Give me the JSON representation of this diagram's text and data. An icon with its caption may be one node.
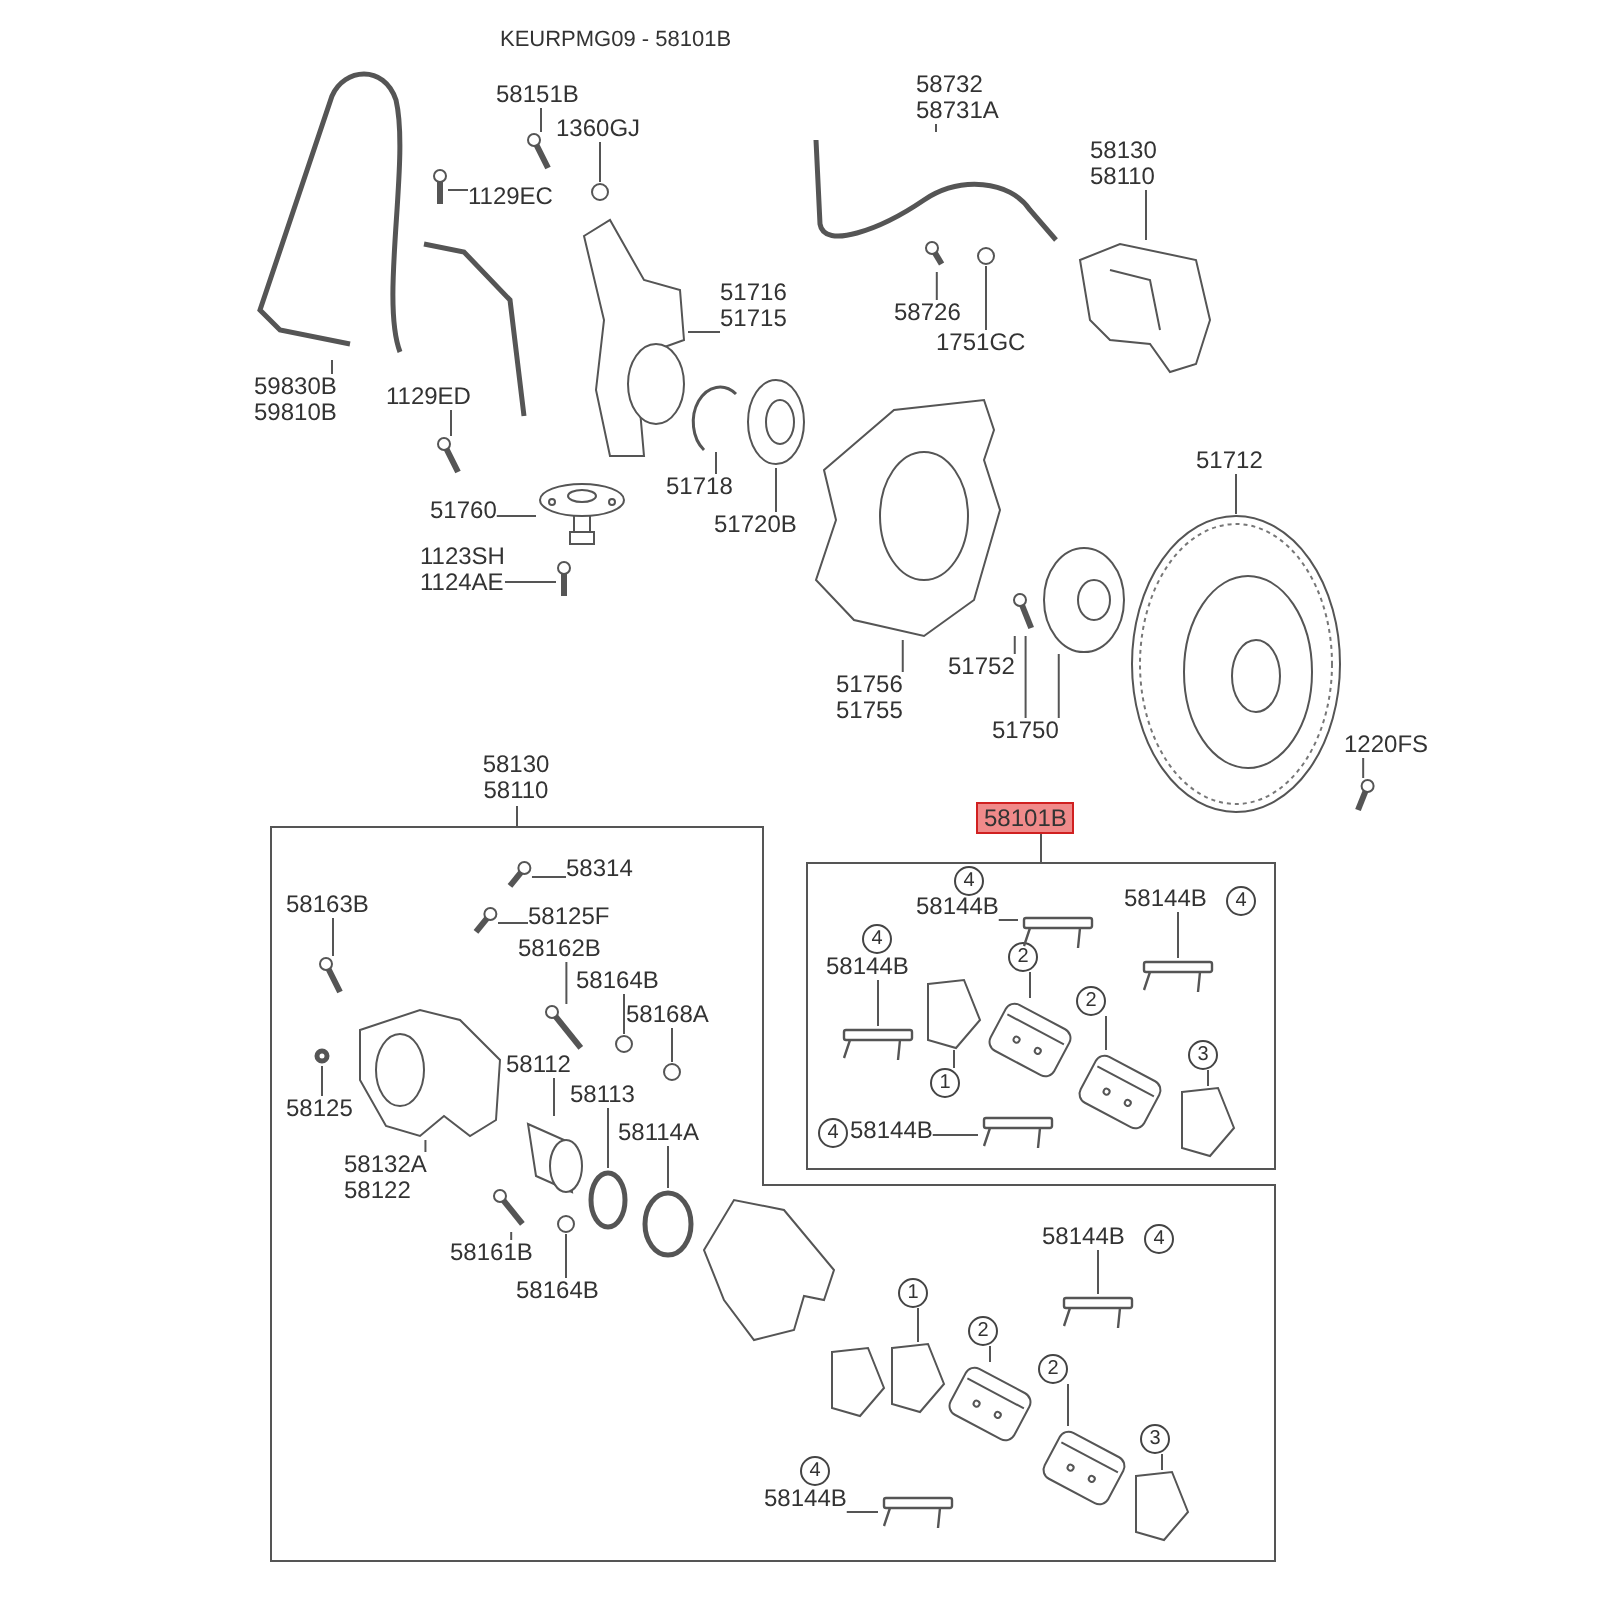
{
  "diagram": {
    "title": "KEURPMG09 - 58101B",
    "nodes": [
      {
        "text": [
          "58151B"
        ]
      },
      {
        "text": [
          "1360GJ"
        ]
      },
      {
        "text": [
          "1129EC"
        ]
      },
      {
        "text": [
          "51716 51715"
        ]
      },
      {
        "text": [
          "59830B 59810B"
        ]
      },
      {
        "text": [
          "1129ED"
        ]
      },
      {
        "text": [
          "51718"
        ]
      },
      {
        "text": [
          "51720B"
        ]
      },
      {
        "text": [
          "51760"
        ]
      },
      {
        "text": [
          "1123SH 1124AE"
        ]
      },
      {
        "text": [
          "58732 58731A"
        ]
      },
      {
        "text": [
          "58130 58110"
        ]
      },
      {
        "text": [
          "58726"
        ]
      },
      {
        "text": [
          "1751GC"
        ]
      },
      {
        "text": [
          "51712"
        ]
      },
      {
        "text": [
          "51756 51755"
        ]
      },
      {
        "text": [
          "51752"
        ]
      },
      {
        "text": [
          "51750"
        ]
      },
      {
        "text": [
          "1220FS"
        ]
      },
      {
        "text": [
          "58130 58110"
        ]
      },
      {
        "text": [
          "58101B"
        ],
        "in": 19
      },
      {
        "text": [
          "58144B"
        ],
        "in": 20
      },
      {
        "text": [
          "58144B"
        ],
        "in": 20
      },
      {
        "text": [
          "58144B"
        ],
        "in": 20
      },
      {
        "text": [
          "1"
        ],
        "in": 20
      },
      {
        "text": [
          "2"
        ],
        "in": 20
      },
      {
        "text": [
          "2"
        ],
        "in": 20
      },
      {
        "text": [
          "3"
        ],
        "in": 20
      },
      {
        "text": [
          "58144B"
        ],
        "in": 20
      },
      {
        "text": [
          "58314"
        ],
        "in": 19
      },
      {
        "text": [
          "58163B"
        ],
        "in": 19
      },
      {
        "text": [
          "58125F"
        ],
        "in": 19
      },
      {
        "text": [
          "58162B"
        ],
        "in": 19
      },
      {
        "text": [
          "58164B"
        ],
        "in": 19
      },
      {
        "text": [
          "58168A"
        ],
        "in": 19
      },
      {
        "text": [
          "58112"
        ],
        "in": 19
      },
      {
        "text": [
          "58113"
        ],
        "in": 19
      },
      {
        "text": [
          "58125"
        ],
        "in": 19
      },
      {
        "text": [
          "58114A"
        ],
        "in": 19
      },
      {
        "text": [
          "58132A 58122"
        ],
        "in": 19
      },
      {
        "text": [
          "58161B"
        ],
        "in": 19
      },
      {
        "text": [
          "58164B"
        ],
        "in": 19
      },
      {
        "text": [
          "58144B"
        ],
        "in": 19
      },
      {
        "text": [
          "1"
        ],
        "in": 19
      },
      {
        "text": [
          "2"
        ],
        "in": 19
      },
      {
        "text": [
          "2"
        ],
        "in": 19
      },
      {
        "text": [
          "3"
        ],
        "in": 19
      },
      {
        "text": [
          "58144B"
        ],
        "in": 19
      },
      {
        "text": [],
        "shape": "picture"
      },
      {
        "text": [],
        "shape": "picture"
      },
      {
        "text": [],
        "shape": "circle"
      },
      {
        "text": [],
        "shape": "picture"
      },
      {
        "text": [],
        "shape": "picture"
      },
      {
        "text": [],
        "shape": "picture"
      },
      {
        "text": [],
        "shape": "picture"
      },
      {
        "text": [],
        "shape": "picture"
      },
      {
        "text": [],
        "shape": "picture"
      },
      {
        "text": [],
        "shape": "picture"
      },
      {
        "text": [],
        "shape": "picture"
      },
      {
        "text": [],
        "shape": "picture"
      },
      {
        "text": [],
        "shape": "circle"
      },
      {
        "text": [],
        "shape": "picture"
      },
      {
        "text": [],
        "shape": "picture"
      },
      {
        "text": [],
        "shape": "picture"
      },
      {
        "text": [],
        "shape": "picture"
      },
      {
        "text": [],
        "shape": "picture"
      },
      {
        "text": [],
        "shape": "picture"
      },
      {
        "text": [],
        "shape": "picture",
        "in": 19
      },
      {
        "text": [],
        "shape": "picture",
        "in": 19
      },
      {
        "text": [],
        "shape": "picture",
        "in": 19
      },
      {
        "text": [],
        "shape": "circle",
        "in": 19
      },
      {
        "text": [],
        "shape": "picture",
        "in": 19
      },
      {
        "text": [],
        "shape": "picture",
        "in": 19
      },
      {
        "text": [],
        "shape": "circle",
        "in": 19
      },
      {
        "text": [],
        "shape": "circle",
        "in": 19
      },
      {
        "text": [],
        "shape": "picture",
        "in": 19
      },
      {
        "text": [],
        "shape": "circle",
        "in": 19
      },
      {
        "text": [],
        "shape": "circle",
        "in": 19
      },
      {
        "text": [],
        "shape": "picture",
        "in": 19
      },
      {
        "text": [],
        "shape": "circle",
        "in": 19
      },
      {
        "text": [],
        "shape": "picture",
        "in": 19
      },
      {
        "text": [],
        "shape": "picture",
        "in": 19
      },
      {
        "text": [],
        "shape": "picture",
        "in": 19
      },
      {
        "text": [],
        "shape": "picture",
        "in": 19
      },
      {
        "text": [],
        "shape": "picture",
        "in": 19
      },
      {
        "text": [],
        "shape": "picture",
        "in": 19
      },
      {
        "text": [],
        "shape": "picture",
        "in": 20
      },
      {
        "text": [],
        "shape": "picture",
        "in": 20
      },
      {
        "text": [],
        "shape": "picture",
        "in": 20
      },
      {
        "text": [],
        "shape": "picture",
        "in": 20
      },
      {
        "text": [],
        "shape": "picture",
        "in": 20
      },
      {
        "text": [],
        "shape": "picture",
        "in": 20
      },
      {
        "text": [],
        "shape": "picture",
        "in": 20
      },
      {
        "text": [],
        "shape": "picture",
        "in": 20
      },
      {
        "text": [
          "4"
        ],
        "in": 20
      },
      {
        "text": [
          "4"
        ],
        "in": 20
      },
      {
        "text": [
          "4"
        ],
        "in": 20
      },
      {
        "text": [
          "4"
        ],
        "in": 20
      },
      {
        "text": [
          "4"
        ],
        "in": 19
      },
      {
        "text": [
          "4"
        ],
        "in": 19
      }
    ],
    "edges": [
      {
        "from": 0,
        "to": 49,
        "arrow": "none"
      },
      {
        "from": 1,
        "to": 50,
        "arrow": "none"
      },
      {
        "from": 2,
        "to": 51,
        "arrow": "none"
      },
      {
        "from": 3,
        "to": 52,
        "arrow": "none"
      },
      {
        "from": 4,
        "to": 48,
        "arrow": "none"
      },
      {
        "from": 5,
        "to": 53,
        "arrow": "none"
      },
      {
        "from": 6,
        "to": 54,
        "arrow": "none"
      },
      {
        "from": 7,
        "to": 55,
        "arrow": "none"
      },
      {
        "from": 8,
        "to": 56,
        "arrow": "none"
      },
      {
        "from": 9,
        "to": 57,
        "arrow": "none"
      },
      {
        "from": 10,
        "to": 58,
        "arrow": "none"
      },
      {
        "from": 11,
        "to": 61,
        "arrow": "none"
      },
      {
        "from": 12,
        "to": 59,
        "arrow": "none"
      },
      {
        "from": 13,
        "to": 60,
        "arrow": "none"
      },
      {
        "from": 14,
        "to": 65,
        "arrow": "none"
      },
      {
        "from": 15,
        "to": 62,
        "arrow": "none"
      },
      {
        "from": 16,
        "to": 63,
        "arrow": "none"
      },
      {
        "from": 17,
        "to": 63,
        "arrow": "none"
      },
      {
        "from": 17,
        "to": 64,
        "arrow": "none"
      },
      {
        "from": 18,
        "to": 66,
        "arrow": "none"
      },
      {
        "from": 29,
        "to": 67,
        "arrow": "none"
      },
      {
        "from": 31,
        "to": 68,
        "arrow": "none"
      },
      {
        "from": 30,
        "to": 69,
        "arrow": "none"
      },
      {
        "from": 32,
        "to": 72,
        "arrow": "none"
      },
      {
        "from": 33,
        "to": 73,
        "arrow": "none"
      },
      {
        "from": 34,
        "to": 74,
        "arrow": "none"
      },
      {
        "from": 35,
        "to": 75,
        "arrow": "none"
      },
      {
        "from": 36,
        "to": 76,
        "arrow": "none"
      },
      {
        "from": 37,
        "to": 70,
        "arrow": "none"
      },
      {
        "from": 38,
        "to": 77,
        "arrow": "none"
      },
      {
        "from": 39,
        "to": 71,
        "arrow": "none"
      },
      {
        "from": 40,
        "to": 78,
        "arrow": "none"
      },
      {
        "from": 41,
        "to": 79,
        "arrow": "none"
      },
      {
        "from": 21,
        "to": 86,
        "arrow": "none"
      },
      {
        "from": 22,
        "to": 87,
        "arrow": "none"
      },
      {
        "from": 23,
        "to": 88,
        "arrow": "none"
      },
      {
        "from": 24,
        "to": 89,
        "arrow": "none"
      },
      {
        "from": 25,
        "to": 90,
        "arrow": "none"
      },
      {
        "from": 26,
        "to": 91,
        "arrow": "none"
      },
      {
        "from": 27,
        "to": 92,
        "arrow": "none"
      },
      {
        "from": 28,
        "to": 93,
        "arrow": "none"
      },
      {
        "from": 42,
        "to": 80,
        "arrow": "none"
      },
      {
        "from": 43,
        "to": 81,
        "arrow": "none"
      },
      {
        "from": 44,
        "to": 82,
        "arrow": "none"
      },
      {
        "from": 45,
        "to": 83,
        "arrow": "none"
      },
      {
        "from": 46,
        "to": 84,
        "arrow": "none"
      },
      {
        "from": 47,
        "to": 85,
        "arrow": "none"
      }
    ]
  }
}
